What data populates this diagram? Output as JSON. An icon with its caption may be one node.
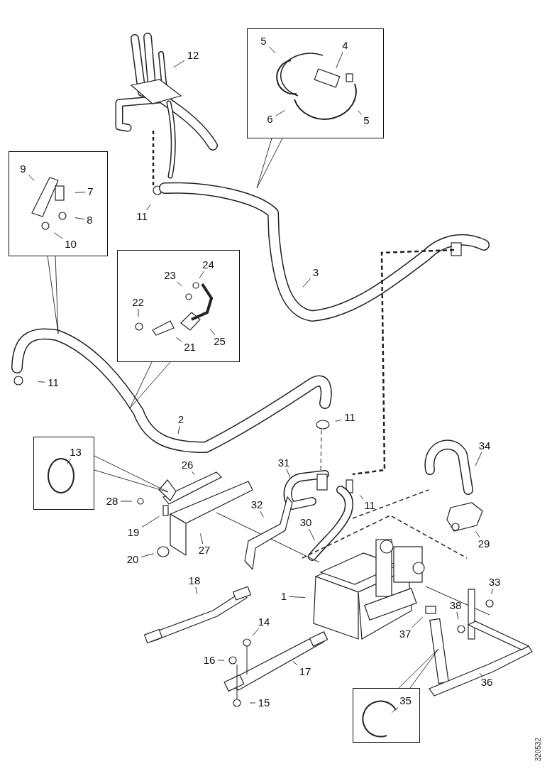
{
  "diagram": {
    "nodes": [
      {
        "text": [],
        "shape": "box"
      },
      {
        "text": [
          "5"
        ],
        "in": 0
      },
      {
        "text": [
          "4"
        ],
        "in": 0
      },
      {
        "text": [
          "6"
        ],
        "in": 0
      },
      {
        "text": [
          "5"
        ],
        "in": 0
      },
      {
        "text": [
          "12"
        ]
      },
      {
        "text": [],
        "shape": "box"
      },
      {
        "text": [
          "9"
        ],
        "in": 6
      },
      {
        "text": [
          "7"
        ],
        "in": 6
      },
      {
        "text": [
          "8"
        ],
        "in": 6
      },
      {
        "text": [
          "10"
        ],
        "in": 6
      },
      {
        "text": [
          "11"
        ]
      },
      {
        "text": [],
        "shape": "box"
      },
      {
        "text": [
          "24"
        ],
        "in": 12
      },
      {
        "text": [
          "23"
        ],
        "in": 12
      },
      {
        "text": [
          "22"
        ],
        "in": 12
      },
      {
        "text": [
          "21"
        ],
        "in": 12
      },
      {
        "text": [
          "25"
        ],
        "in": 12
      },
      {
        "text": [
          "3"
        ]
      },
      {
        "text": [
          "11"
        ]
      },
      {
        "text": [
          "2"
        ]
      },
      {
        "text": [
          "11"
        ]
      },
      {
        "text": [],
        "shape": "box"
      },
      {
        "text": [
          "13"
        ],
        "in": 22
      },
      {
        "text": [
          "26"
        ]
      },
      {
        "text": [
          "31"
        ]
      },
      {
        "text": [
          "34"
        ]
      },
      {
        "text": [
          "28"
        ]
      },
      {
        "text": [
          "32"
        ]
      },
      {
        "text": [
          "11"
        ]
      },
      {
        "text": [
          "19"
        ]
      },
      {
        "text": [
          "27"
        ]
      },
      {
        "text": [
          "30"
        ]
      },
      {
        "text": [
          "29"
        ]
      },
      {
        "text": [
          "20"
        ]
      },
      {
        "text": [
          "18"
        ]
      },
      {
        "text": [
          "1"
        ]
      },
      {
        "text": [
          "33"
        ]
      },
      {
        "text": [
          "38"
        ]
      },
      {
        "text": [
          "14"
        ]
      },
      {
        "text": [
          "37"
        ]
      },
      {
        "text": [
          "16"
        ]
      },
      {
        "text": [
          "17"
        ]
      },
      {
        "text": [
          "36"
        ]
      },
      {
        "text": [
          "15"
        ]
      },
      {
        "text": [],
        "shape": "box"
      },
      {
        "text": [
          "35"
        ],
        "in": 45
      }
    ],
    "edges": [
      {
        "from": 1,
        "to": null,
        "arrow": "none"
      },
      {
        "from": 2,
        "to": null,
        "arrow": "none"
      },
      {
        "from": 3,
        "to": null,
        "arrow": "none"
      },
      {
        "from": 4,
        "to": null,
        "arrow": "none"
      },
      {
        "from": 5,
        "to": null,
        "arrow": "none"
      },
      {
        "from": 7,
        "to": null,
        "arrow": "none"
      },
      {
        "from": 8,
        "to": null,
        "arrow": "none"
      },
      {
        "from": 9,
        "to": null,
        "arrow": "none"
      },
      {
        "from": 10,
        "to": null,
        "arrow": "none"
      },
      {
        "from": 11,
        "to": null,
        "arrow": "none"
      },
      {
        "from": 13,
        "to": null,
        "arrow": "none"
      },
      {
        "from": 14,
        "to": null,
        "arrow": "none"
      },
      {
        "from": 15,
        "to": null,
        "arrow": "none"
      },
      {
        "from": 16,
        "to": null,
        "arrow": "none"
      },
      {
        "from": 17,
        "to": null,
        "arrow": "none"
      },
      {
        "from": 18,
        "to": null,
        "arrow": "none"
      },
      {
        "from": 19,
        "to": null,
        "arrow": "none"
      },
      {
        "from": 20,
        "to": null,
        "arrow": "none"
      },
      {
        "from": 21,
        "to": null,
        "arrow": "none"
      },
      {
        "from": 23,
        "to": null,
        "arrow": "none"
      },
      {
        "from": 24,
        "to": null,
        "arrow": "none"
      },
      {
        "from": 25,
        "to": null,
        "arrow": "none"
      },
      {
        "from": 26,
        "to": null,
        "arrow": "none"
      },
      {
        "from": 27,
        "to": null,
        "arrow": "none"
      },
      {
        "from": 28,
        "to": null,
        "arrow": "none"
      },
      {
        "from": 29,
        "to": null,
        "arrow": "none"
      },
      {
        "from": 30,
        "to": null,
        "arrow": "none"
      },
      {
        "from": 31,
        "to": null,
        "arrow": "none"
      },
      {
        "from": 32,
        "to": null,
        "arrow": "none"
      },
      {
        "from": 33,
        "to": null,
        "arrow": "none"
      },
      {
        "from": 34,
        "to": null,
        "arrow": "none"
      },
      {
        "from": 35,
        "to": null,
        "arrow": "none"
      },
      {
        "from": 36,
        "to": null,
        "arrow": "none"
      },
      {
        "from": 37,
        "to": null,
        "arrow": "none"
      },
      {
        "from": 38,
        "to": null,
        "arrow": "none"
      },
      {
        "from": 39,
        "to": null,
        "arrow": "none"
      },
      {
        "from": 40,
        "to": null,
        "arrow": "none"
      },
      {
        "from": 41,
        "to": null,
        "arrow": "none"
      },
      {
        "from": 42,
        "to": null,
        "arrow": "none"
      },
      {
        "from": 43,
        "to": null,
        "arrow": "none"
      },
      {
        "from": 44,
        "to": null,
        "arrow": "none"
      },
      {
        "from": 46,
        "to": null,
        "arrow": "none"
      },
      {
        "from": 0,
        "to": null,
        "arrow": "none"
      },
      {
        "from": 0,
        "to": null,
        "arrow": "none"
      },
      {
        "from": 6,
        "to": null,
        "arrow": "none"
      },
      {
        "from": 6,
        "to": null,
        "arrow": "none"
      },
      {
        "from": 12,
        "to": null,
        "arrow": "none"
      },
      {
        "from": 12,
        "to": null,
        "arrow": "none"
      },
      {
        "from": 22,
        "to": null,
        "arrow": "none"
      },
      {
        "from": 22,
        "to": null,
        "arrow": "none"
      },
      {
        "from": 45,
        "to": null,
        "arrow": "none"
      },
      {
        "from": 45,
        "to": null,
        "arrow": "none"
      }
    ],
    "labels": [
      "320532"
    ]
  }
}
